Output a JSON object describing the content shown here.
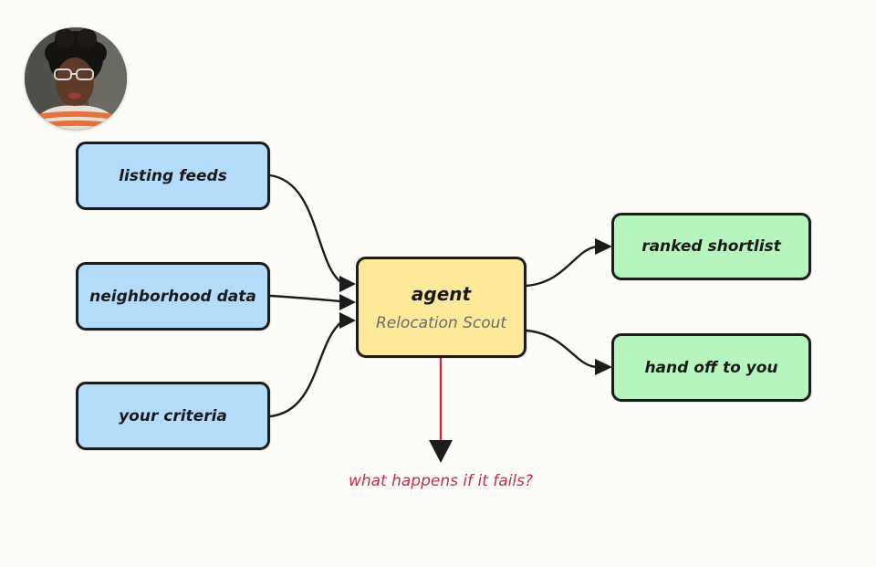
{
  "inputs": [
    {
      "label": "listing feeds"
    },
    {
      "label": "neighborhood data"
    },
    {
      "label": "your criteria"
    }
  ],
  "agent": {
    "title": "agent",
    "subtitle": "Relocation Scout"
  },
  "outputs": [
    {
      "label": "ranked shortlist"
    },
    {
      "label": "hand off to you"
    }
  ],
  "failure": {
    "label": "what happens if it fails?"
  },
  "colors": {
    "input_fill": "#b3dcfb",
    "agent_fill": "#fde99a",
    "output_fill": "#b6f5bd",
    "outline": "#1c1c1c",
    "failure_accent": "#c62d45",
    "background": "#fdfcf8"
  }
}
